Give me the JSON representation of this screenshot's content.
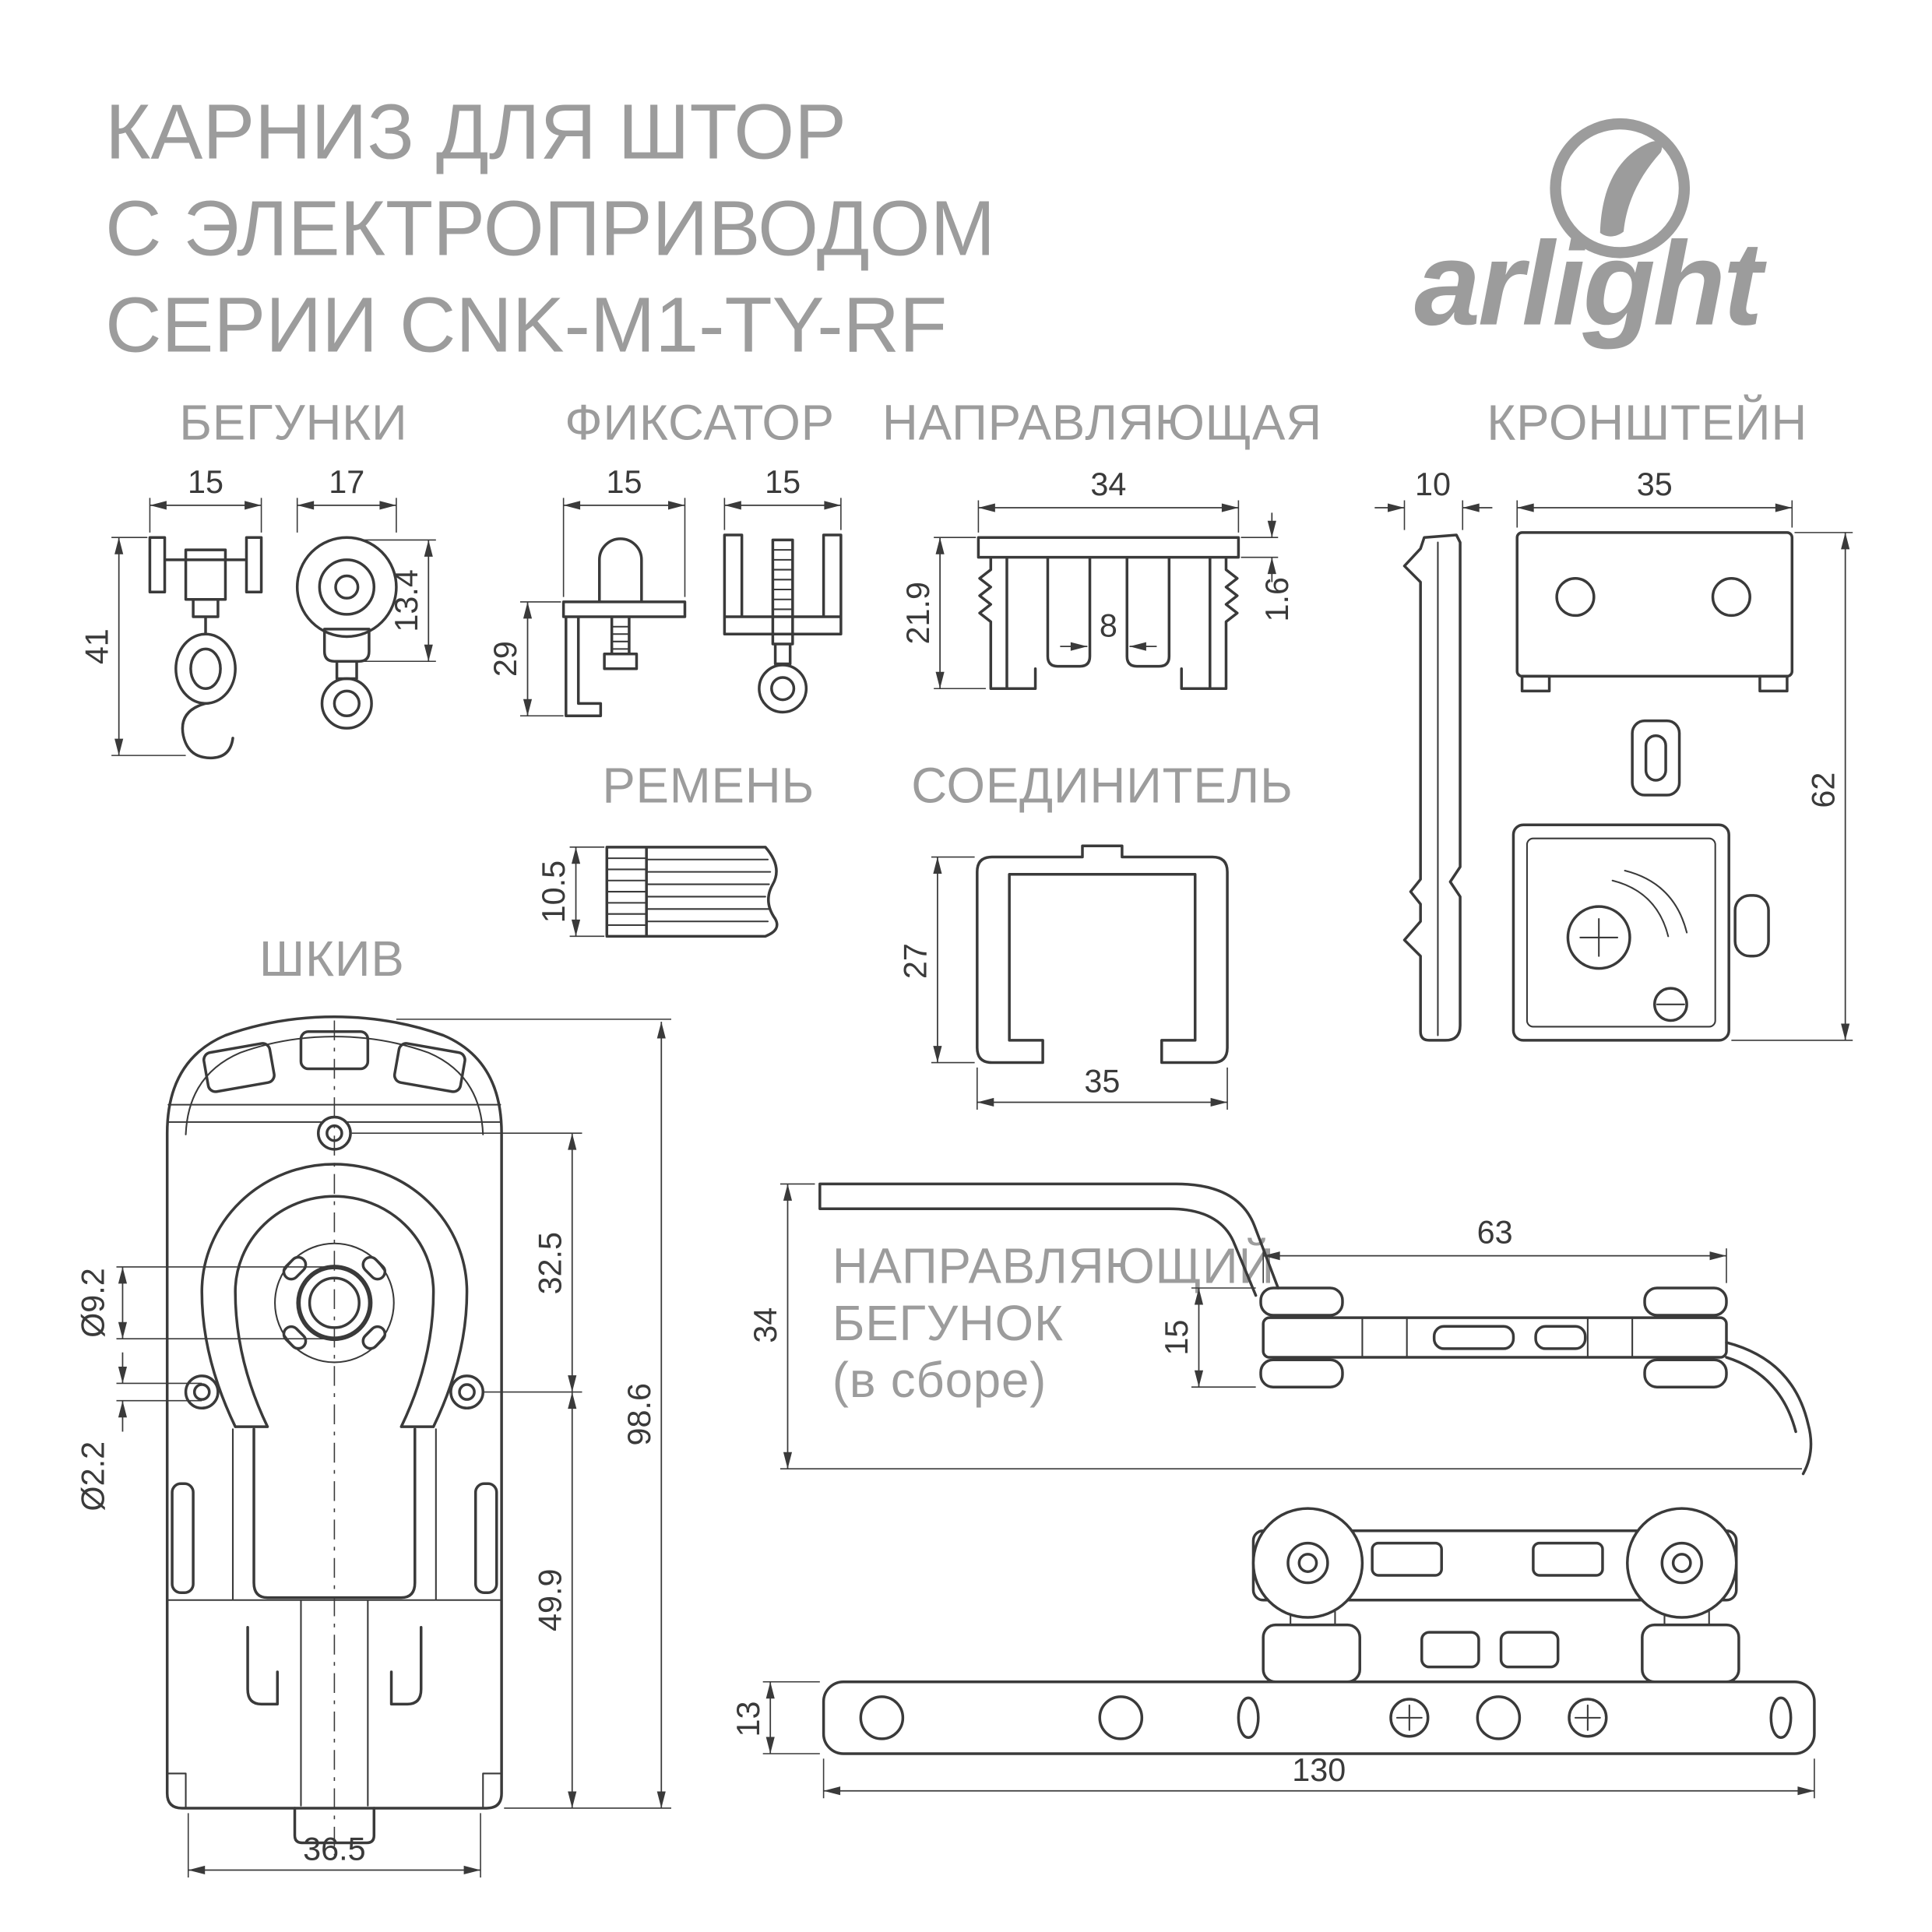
{
  "title": {
    "line1": "КАРНИЗ ДЛЯ ШТОР",
    "line2": "С ЭЛЕКТРОПРИВОДОМ",
    "line3": "СЕРИИ CNK-M1-TY-RF"
  },
  "brand": {
    "name": "arlight"
  },
  "colors": {
    "text_gray": "#9c9c9c",
    "line_dark": "#3a3a3a",
    "background": "#ffffff"
  },
  "sections": {
    "runners": {
      "label": "БЕГУНКИ",
      "dims": {
        "w1": "15",
        "w2": "17",
        "h1": "41",
        "h2": "13.4"
      }
    },
    "fixator": {
      "label": "ФИКСАТОР",
      "dims": {
        "w1": "15",
        "w2": "15",
        "h1": "29"
      }
    },
    "rail": {
      "label": "НАПРАВЛЯЮЩАЯ",
      "dims": {
        "w": "34",
        "t": "1.6",
        "h": "21.9",
        "slot": "8"
      }
    },
    "bracket": {
      "label": "КРОНШТЕЙН",
      "dims": {
        "w1": "10",
        "w2": "35",
        "h": "62"
      }
    },
    "belt": {
      "label": "РЕМЕНЬ",
      "dims": {
        "h": "10.5"
      }
    },
    "connector": {
      "label": "СОЕДИНИТЕЛЬ",
      "dims": {
        "h": "27",
        "w": "35"
      }
    },
    "pulley": {
      "label": "ШКИВ",
      "dims": {
        "a": "32.5",
        "b": "98.6",
        "c": "49.9",
        "d": "36.5",
        "bore": "Ø9.2",
        "hole": "Ø2.2"
      }
    },
    "guide_runner": {
      "label1": "НАПРАВЛЯЮЩИЙ",
      "label2": "БЕГУНОК",
      "label3": "(в сборе)",
      "dims": {
        "w": "63",
        "h": "34",
        "wheel": "15",
        "bar_h": "13",
        "bar_w": "130"
      }
    }
  }
}
